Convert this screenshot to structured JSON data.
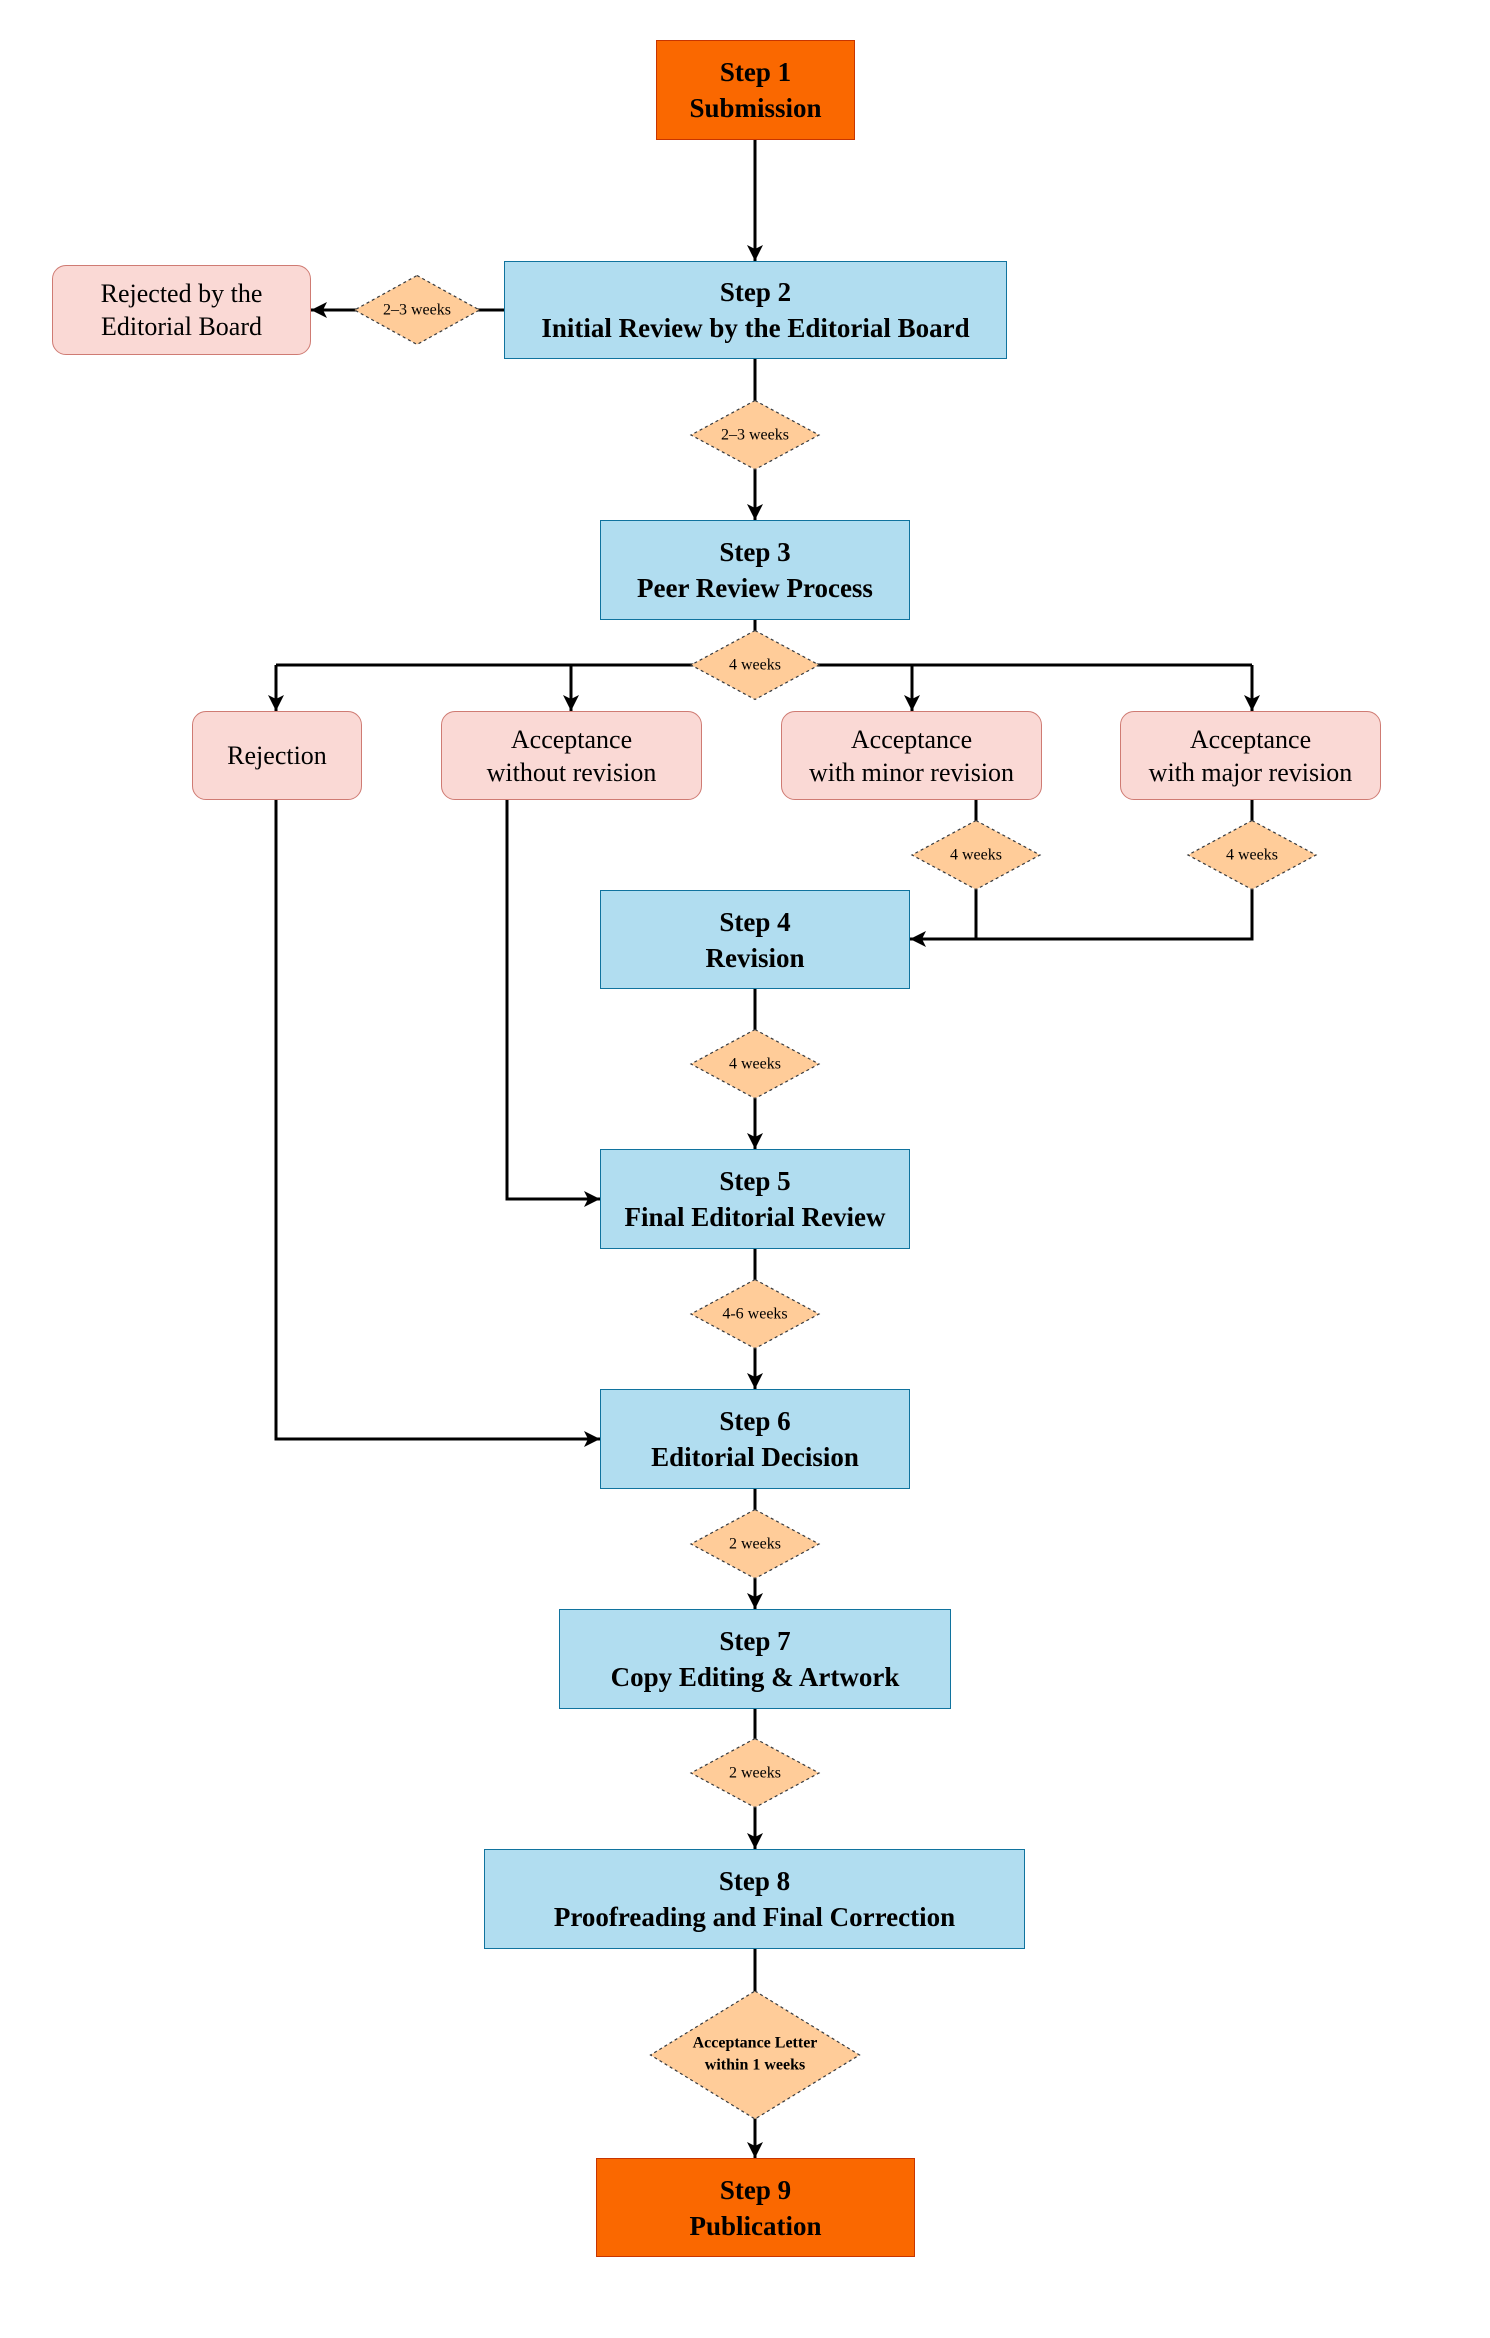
{
  "steps": [
    {
      "label": "Step 1",
      "title": "Submission"
    },
    {
      "label": "Step 2",
      "title": "Initial Review by the Editorial Board"
    },
    {
      "label": "Step 3",
      "title": "Peer Review Process"
    },
    {
      "label": "Step 4",
      "title": "Revision"
    },
    {
      "label": "Step 5",
      "title": "Final Editorial Review"
    },
    {
      "label": "Step 6",
      "title": "Editorial Decision"
    },
    {
      "label": "Step 7",
      "title": "Copy Editing & Artwork"
    },
    {
      "label": "Step 8",
      "title": "Proofreading and Final Correction"
    },
    {
      "label": "Step 9",
      "title": "Publication"
    }
  ],
  "outcomes": {
    "rejected_board": [
      "Rejected by the",
      "Editorial Board"
    ],
    "rejection": [
      "Rejection"
    ],
    "accept_without": [
      "Acceptance",
      "without revision"
    ],
    "accept_minor": [
      "Acceptance",
      "with minor revision"
    ],
    "accept_major": [
      "Acceptance",
      "with major revision"
    ]
  },
  "durations": {
    "board_rejection": "2–3 weeks",
    "initial_review": "2–3 weeks",
    "peer_review": "4 weeks",
    "minor_revision": "4 weeks",
    "major_revision": "4 weeks",
    "revision": "4 weeks",
    "final_review": "4-6 weeks",
    "decision": "2 weeks",
    "copy_editing": "2 weeks",
    "acceptance_letter": [
      "Acceptance Letter",
      "within 1 weeks"
    ]
  },
  "colors": {
    "terminal_fill": "#fa6800",
    "terminal_border": "#c73500",
    "step_fill": "#b1ddf0",
    "step_border": "#10739e",
    "outcome_fill": "#fad9d5",
    "outcome_border": "#cf7b73",
    "diamond_fill": "#ffcc99",
    "diamond_border": "#36393d"
  }
}
